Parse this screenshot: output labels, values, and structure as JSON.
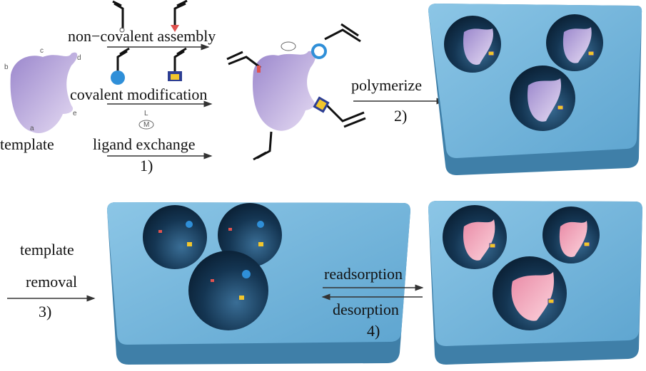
{
  "step1": {
    "noncovalent": "non−covalent assembly",
    "covalent": "covalent modification",
    "ligand": "ligand exchange",
    "number": "1)",
    "template_label": "template",
    "site_labels": [
      "a",
      "b",
      "c",
      "d",
      "e"
    ],
    "metal_label": "M",
    "ligand_label": "L"
  },
  "step2": {
    "label": "polymerize",
    "number": "2)"
  },
  "step3": {
    "label_line1": "template",
    "label_line2": "removal",
    "number": "3)"
  },
  "step4": {
    "forward": "readsorption",
    "reverse": "desorption",
    "number": "4)"
  },
  "colors": {
    "block": "#6fb3d8",
    "block_side": "#3f7fa8",
    "well": "#0e2a45",
    "template": "#b9a3dc",
    "rebound": "#f1a7b8",
    "blue_group": "#2f8fd8",
    "yellow_group": "#f2c62c",
    "red_group": "#e0524f"
  }
}
